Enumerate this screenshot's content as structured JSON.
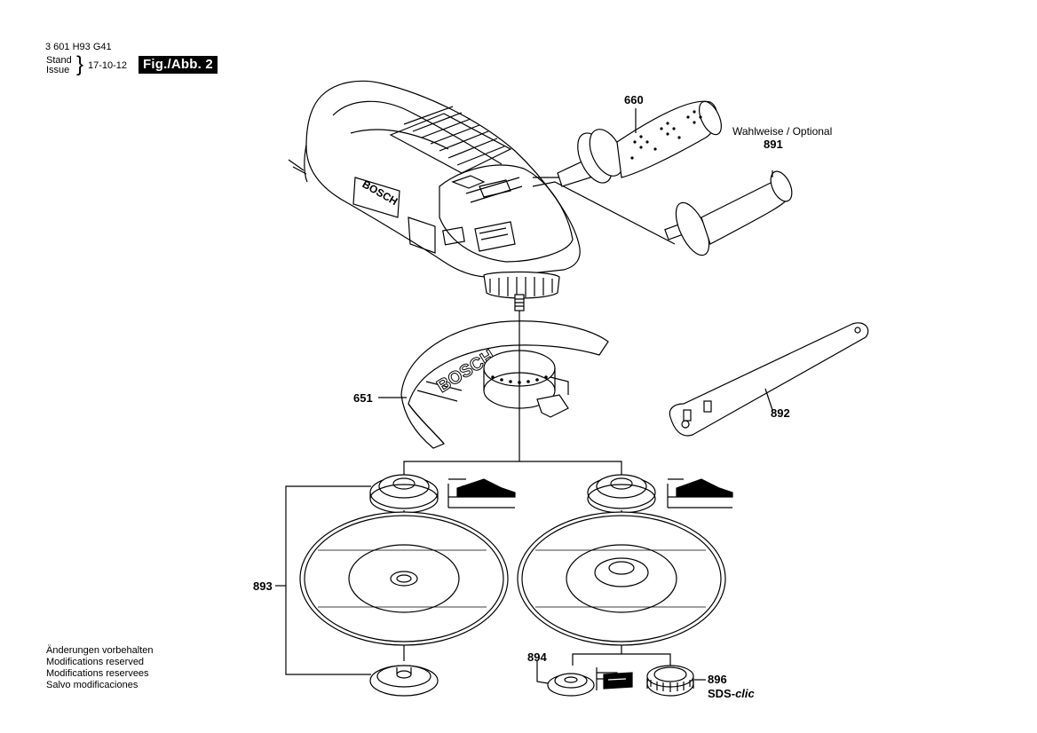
{
  "header": {
    "doc_number": "3 601 H93 G41",
    "stand_label": "Stand",
    "issue_label": "Issue",
    "date": "17-10-12",
    "figure_label": "Fig./Abb. 2"
  },
  "diagram": {
    "brand_on_tool": "BOSCH",
    "brand_on_guard": "BOSCH",
    "optional_note": "Wahlweise / Optional",
    "parts": [
      {
        "id": "660"
      },
      {
        "id": "891"
      },
      {
        "id": "651"
      },
      {
        "id": "892"
      },
      {
        "id": "893"
      },
      {
        "id": "894"
      },
      {
        "id": "896"
      }
    ],
    "sds_label_prefix": "SDS-",
    "sds_label_suffix": "clic"
  },
  "footer": {
    "modifications": [
      "Änderungen vorbehalten",
      "Modifications reserved",
      "Modifications reservees",
      "Salvo modificaciones"
    ]
  },
  "colors": {
    "line": "#000000",
    "paper": "#ffffff",
    "shade": "#d9d9d9"
  }
}
